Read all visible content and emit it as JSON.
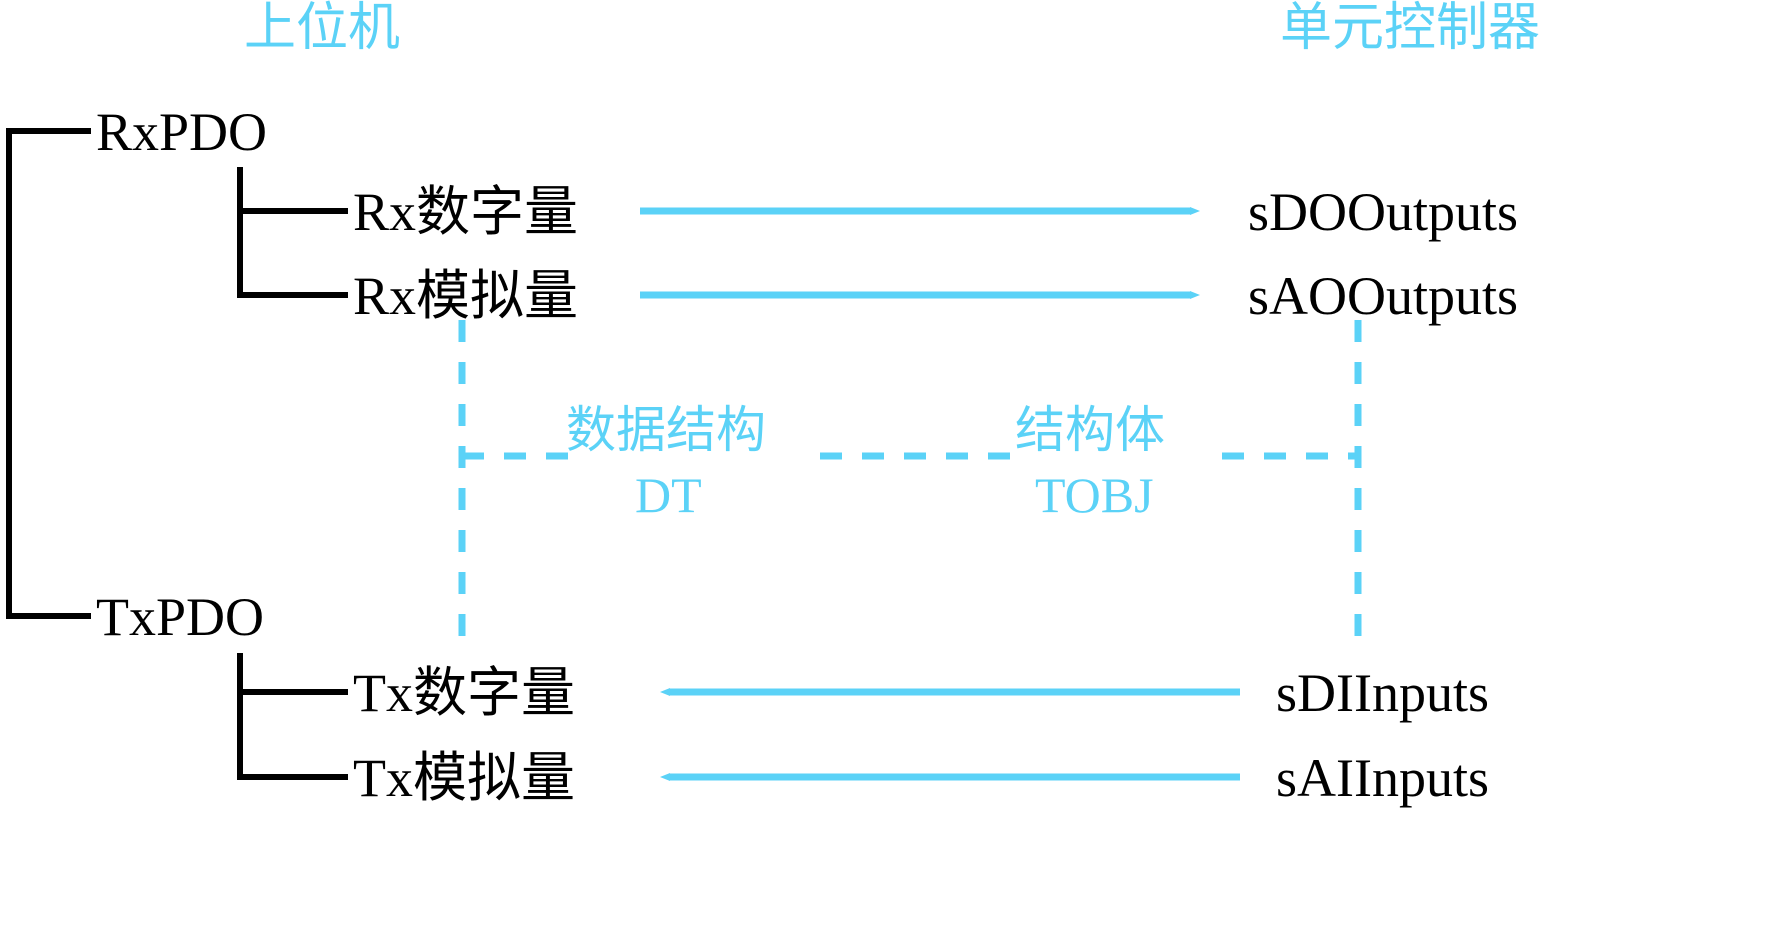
{
  "headers": {
    "left": "上位机",
    "right": "单元控制器"
  },
  "tree": {
    "groups": [
      {
        "name": "RxPDO",
        "children": [
          {
            "label": "Rx数字量",
            "target": "sDOOutputs",
            "direction": "right"
          },
          {
            "label": "Rx模拟量",
            "target": "sAOOutputs",
            "direction": "right"
          }
        ]
      },
      {
        "name": "TxPDO",
        "children": [
          {
            "label": "Tx数字量",
            "target": "sDIInputs",
            "direction": "left"
          },
          {
            "label": "Tx模拟量",
            "target": "sAIInputs",
            "direction": "left"
          }
        ]
      }
    ]
  },
  "right_nodes": [
    "sDOOutputs",
    "sAOOutputs",
    "sDIInputs",
    "sAIInputs"
  ],
  "middle_annotations": {
    "left_group_label": "数据结构",
    "left_group_sub": "DT",
    "right_group_label": "结构体",
    "right_group_sub": "TOBJ"
  },
  "colors": {
    "accent": "#5bd2f7",
    "line": "#000000",
    "background": "#ffffff"
  }
}
